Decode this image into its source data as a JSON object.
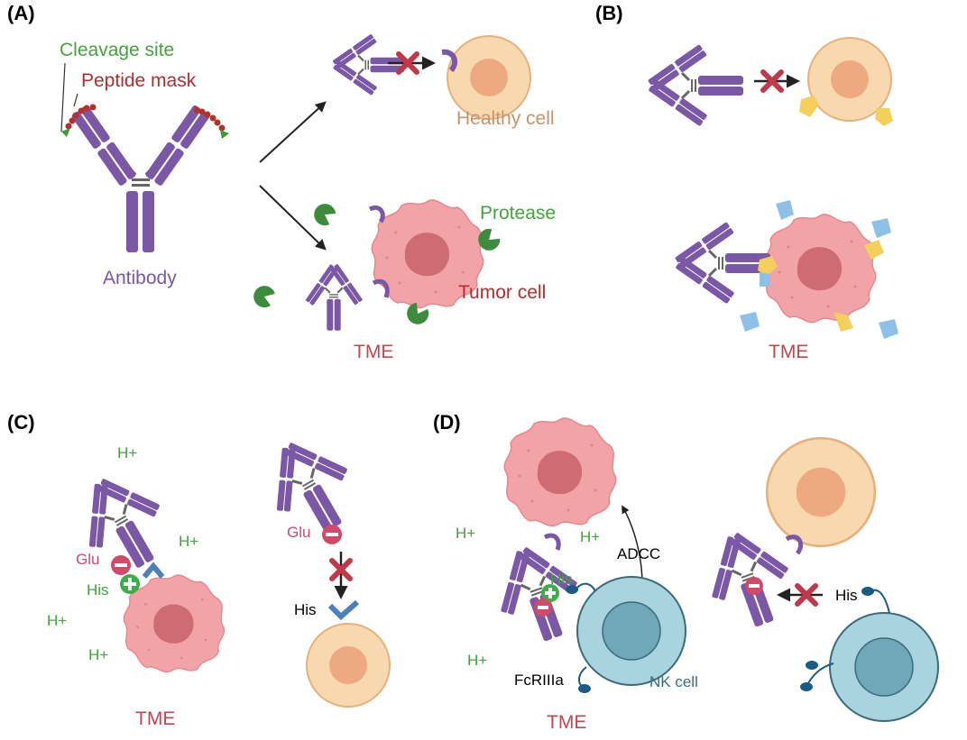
{
  "panels": {
    "a": {
      "label": "(A)",
      "cleavage_site": "Cleavage site",
      "peptide_mask": "Peptide mask",
      "antibody": "Antibody",
      "healthy_cell": "Healthy cell",
      "protease": "Protease",
      "tumor_cell": "Tumor cell",
      "tme": "TME"
    },
    "b": {
      "label": "(B)",
      "tme": "TME"
    },
    "c": {
      "label": "(C)",
      "h1": "H+",
      "h2": "H+",
      "h3": "H+",
      "h4": "H+",
      "glu": "Glu",
      "his": "His",
      "glu_right": "Glu",
      "his_right": "His",
      "tme": "TME"
    },
    "d": {
      "label": "(D)",
      "h1": "H+",
      "h2": "H+",
      "h3": "H+",
      "his": "His",
      "adcc": "ADCC",
      "fcriiia": "FcRIIIa",
      "nk_cell": "NK cell",
      "his_right": "His",
      "tme": "TME"
    }
  },
  "colors": {
    "antibody": "#7a58a6",
    "antibody_dark": "#5a3d84",
    "mask": "#b3322d",
    "cleavage": "#3f9a3a",
    "healthy_outer": "#f8d9af",
    "healthy_inner": "#efa980",
    "tumor": "#f2a3a6",
    "tumor_nucleus": "#cd6c72",
    "protease": "#3d8b3d",
    "nk_outer": "#a9d4df",
    "nk_inner": "#6fa8b8",
    "receptor": "#1b5c86",
    "antigen_yellow": "#f5cf5b",
    "antigen_blue": "#8ec0e8",
    "block_x": "#c0394b",
    "plus": "#3cae49",
    "minus": "#d2496a",
    "text_green": "#43a33d",
    "text_red": "#b32e2e",
    "text_purple": "#7a58a6",
    "text_tan": "#c8946a",
    "text_tme": "#c2474f",
    "text_teal": "#3b6b7a"
  }
}
